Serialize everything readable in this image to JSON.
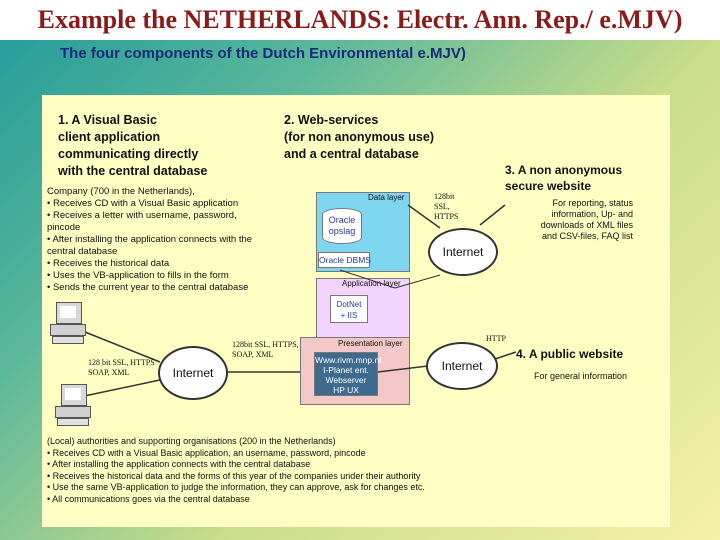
{
  "title": "Example the NETHERLANDS: Electr. Ann. Rep./ e.MJV)",
  "subtitle": "The four components of the Dutch Environmental e.MJV)",
  "component1": {
    "heading_lines": [
      "1. A Visual Basic",
      "client application",
      "communicating directly",
      "with the central database"
    ],
    "body_lines": [
      "Company (700 in the Netherlands),",
      "• Receives CD with a Visual Basic application",
      "• Receives a letter with username, password,",
      "pincode",
      "• After installing the application connects with the",
      "central database",
      "• Receives the historical data",
      "• Uses the VB-application to fills in the form",
      "• Sends the current year to the central database"
    ]
  },
  "component2": {
    "heading_lines": [
      "2. Web-services",
      "(for non anonymous use)",
      "and a central database"
    ]
  },
  "component3": {
    "heading_lines": [
      "3. A non anonymous",
      "secure website"
    ],
    "body_lines": [
      "For reporting, status",
      "information, Up- and",
      "downloads of XML files",
      "and CSV-files, FAQ list"
    ]
  },
  "component4": {
    "heading": "4. A public website",
    "body": "For general information"
  },
  "server": {
    "data_layer": "Data layer",
    "oracle_opslag": [
      "Oracle",
      "opslag"
    ],
    "oracle_dbms": "Oracle DBMS",
    "application_layer": "Application layer",
    "dotnet": [
      "DotNet",
      "+ IIS"
    ],
    "presentation_layer": "Presentation layer",
    "webserver": [
      "Www.rivm.mnp.nl",
      "I-Planet ent.",
      "Webserver",
      "HP UX"
    ]
  },
  "protocols": {
    "top_right": [
      "128bit",
      "SSL,",
      "HTTPS"
    ],
    "middle": [
      "128bit SSL, HTTPS,",
      "SOAP, XML"
    ],
    "left": [
      "128 bit SSL, HTTPS",
      "SOAP, XML"
    ],
    "http": "HTTP"
  },
  "clouds": {
    "internet_top": "Internet",
    "internet_middle": "Internet",
    "internet_left": "Internet"
  },
  "footer_lines": [
    "(Local) authorities and supporting organisations (200 in the Netherlands)",
    "• Receives CD with a Visual Basic application, an username, password, pincode",
    "• After installing the application connects with the central database",
    "• Receives the historical data and the forms of this year of the companies under their authority",
    "• Use the same VB-application to judge the information, they can approve, ask for changes etc.",
    "• All communications goes via the central database"
  ]
}
